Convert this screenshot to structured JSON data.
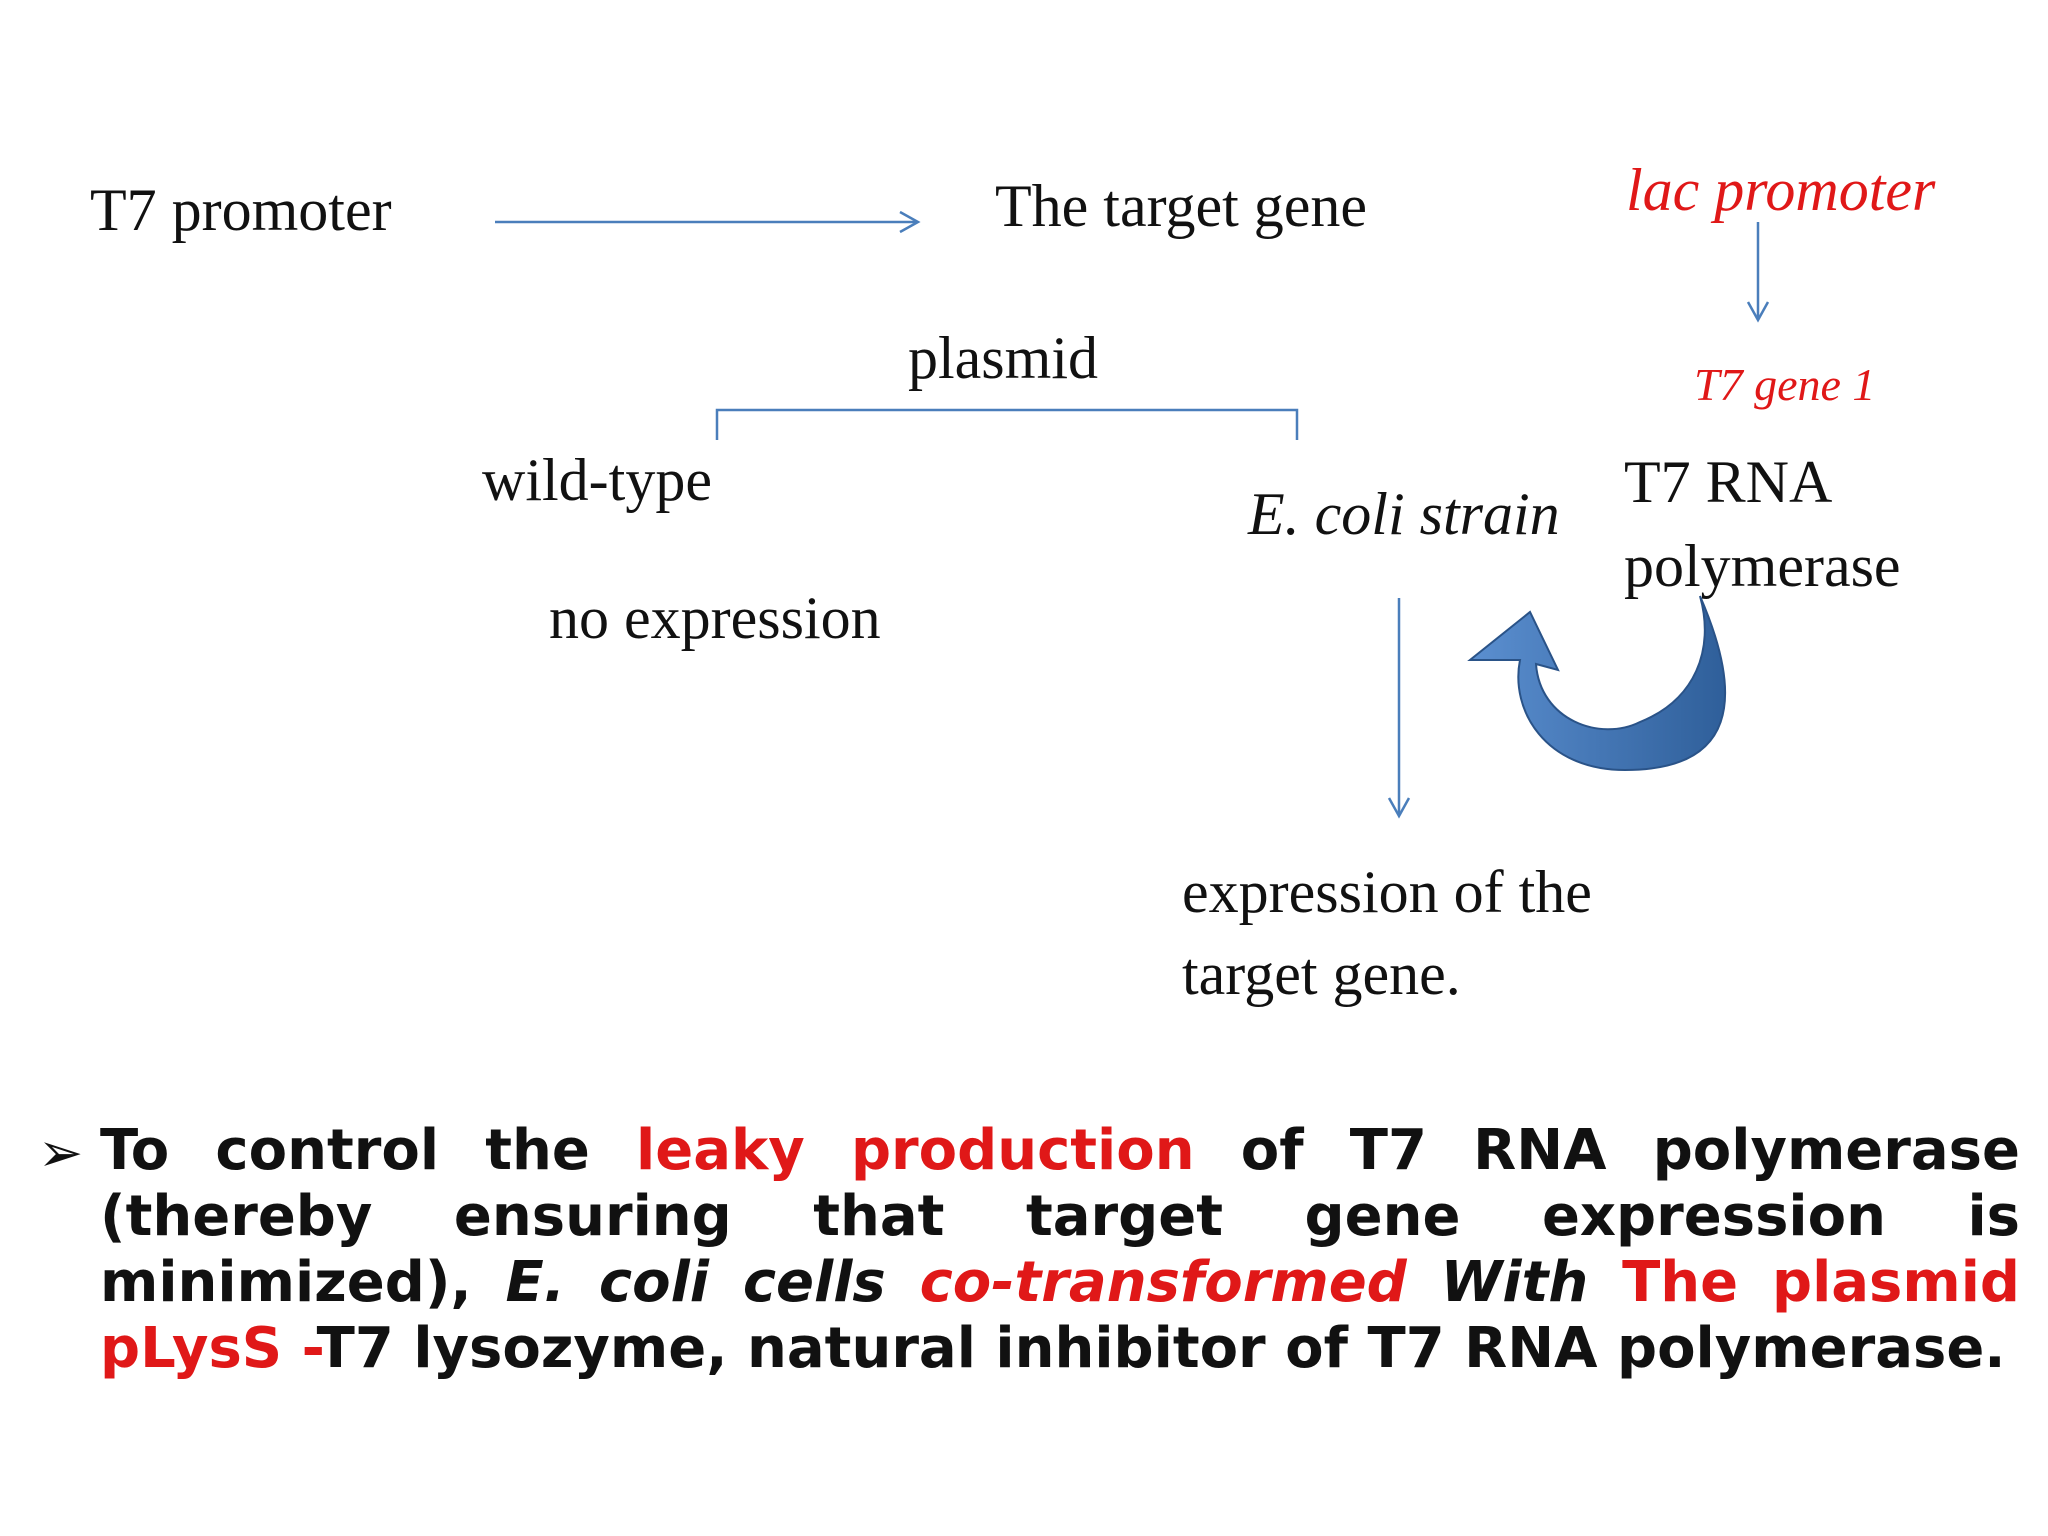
{
  "diagram": {
    "t7_promoter": "T7 promoter",
    "target_gene": "The target gene",
    "lac_promoter": "lac promoter",
    "t7_gene_1": "T7 gene 1",
    "plasmid": "plasmid",
    "wild_type": "wild-type",
    "e_coli_strain": "E. coli strain",
    "t7_rna": "T7 RNA",
    "polymerase": "polymerase",
    "no_expression": "no expression",
    "expression_line1": "expression of the",
    "expression_line2": "target gene."
  },
  "bullet": {
    "marker": "➢",
    "seg1": "To control the ",
    "seg2": "leaky production",
    "seg3": " of T7 RNA polymerase (thereby ensuring that target gene expression is minimized), ",
    "seg4": "E. coli cells",
    "seg5": " ",
    "seg6": "co-transformed",
    "seg7": " With ",
    "seg8": " The plasmid pLysS -",
    "seg9": "T7 lysozyme, natural inhibitor of T7 RNA polymerase."
  },
  "colors": {
    "accent_red": "#e01818",
    "arrow_blue": "#4a7ebb",
    "curved_arrow_dark": "#2f5f9a",
    "curved_arrow_light": "#5b8fd0",
    "text": "#111111"
  }
}
